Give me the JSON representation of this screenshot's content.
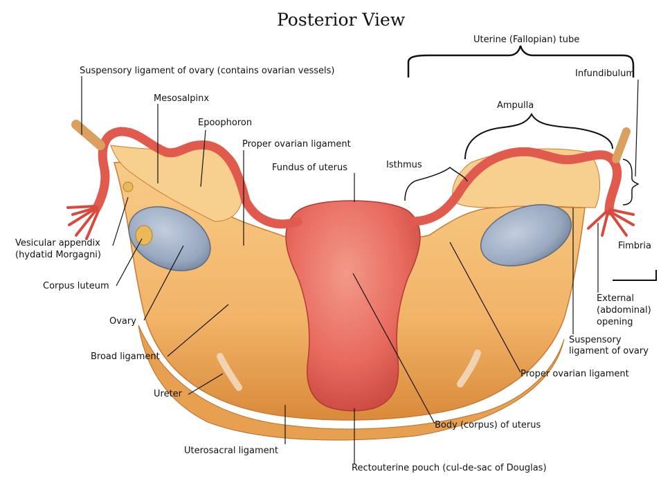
{
  "title": "Posterior View",
  "labels": {
    "uterine_tube": "Uterine (Fallopian) tube",
    "infundibulum": "Infundibulum",
    "suspensory_lig_top": "Suspensory ligament of ovary (contains ovarian vessels)",
    "mesosalpinx": "Mesosalpinx",
    "epoophoron": "Epoophoron",
    "proper_ovarian_top": "Proper ovarian ligament",
    "fundus": "Fundus of uterus",
    "isthmus": "Isthmus",
    "ampulla": "Ampulla",
    "vesicular_appendix_1": "Vesicular appendix",
    "vesicular_appendix_2": "(hydatid Morgagni)",
    "corpus_luteum": "Corpus luteum",
    "ovary": "Ovary",
    "broad_ligament": "Broad ligament",
    "ureter": "Ureter",
    "uterosacral": "Uterosacral ligament",
    "rectouterine": "Rectouterine pouch (cul-de-sac of Douglas)",
    "body_uterus": "Body (corpus) of uterus",
    "proper_ovarian_right": "Proper ovarian ligament",
    "suspensory_right_1": "Suspensory",
    "suspensory_right_2": "ligament of ovary",
    "external_1": "External",
    "external_2": "(abdominal)",
    "external_3": "opening",
    "fimbria": "Fimbria"
  },
  "colors": {
    "ligament_fill": "#f2b468",
    "ligament_shade": "#d98a3a",
    "uterus": "#e86a5e",
    "uterus_dark": "#c8473f",
    "tube": "#e05a4e",
    "ovary": "#98a8bf",
    "ovary_dark": "#6f7f99",
    "line": "#111111"
  }
}
